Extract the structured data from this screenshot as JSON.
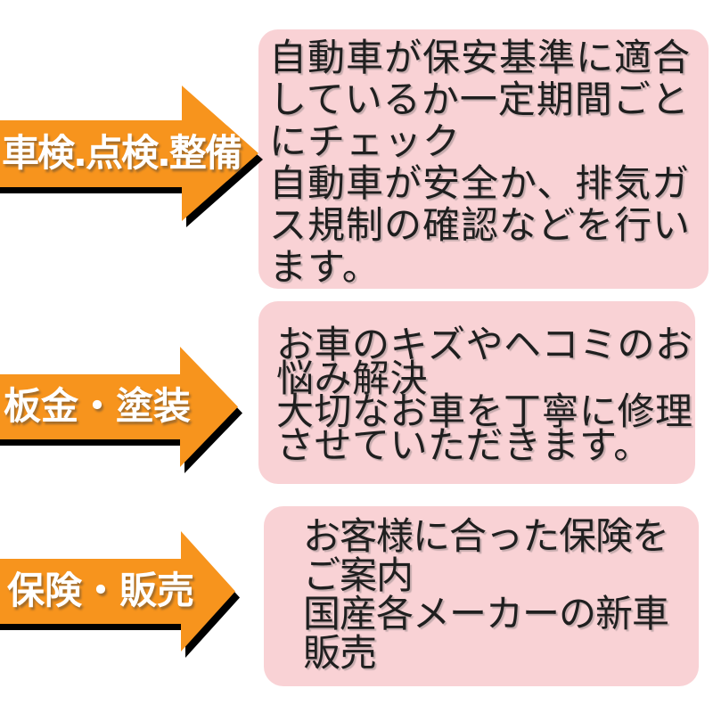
{
  "diagram": {
    "background": "#ffffff",
    "colors": {
      "arrow_orange": "#f7941d",
      "arrow_shadow": "#000000",
      "panel_pink": "#f9d2d5",
      "panel_text": "#1f1f1f",
      "label_text": "#ffffff"
    },
    "rows": [
      {
        "label": "車検.点検.整備",
        "lines": [
          "自動車が保安基準に適合",
          "しているか一定期間ごと",
          "にチェック",
          "自動車が安全か、排気ガ",
          "ス規制の確認などを行い",
          "ます。"
        ]
      },
      {
        "label": "板金・塗装",
        "lines": [
          "お車のキズやヘコミのお",
          "悩み解決",
          "大切なお車を丁寧に修理",
          "させていただきます。"
        ]
      },
      {
        "label": "保険・販売",
        "lines": [
          "お客様に合った保険を",
          "ご案内",
          "国産各メーカーの新車",
          "販売"
        ]
      }
    ]
  }
}
